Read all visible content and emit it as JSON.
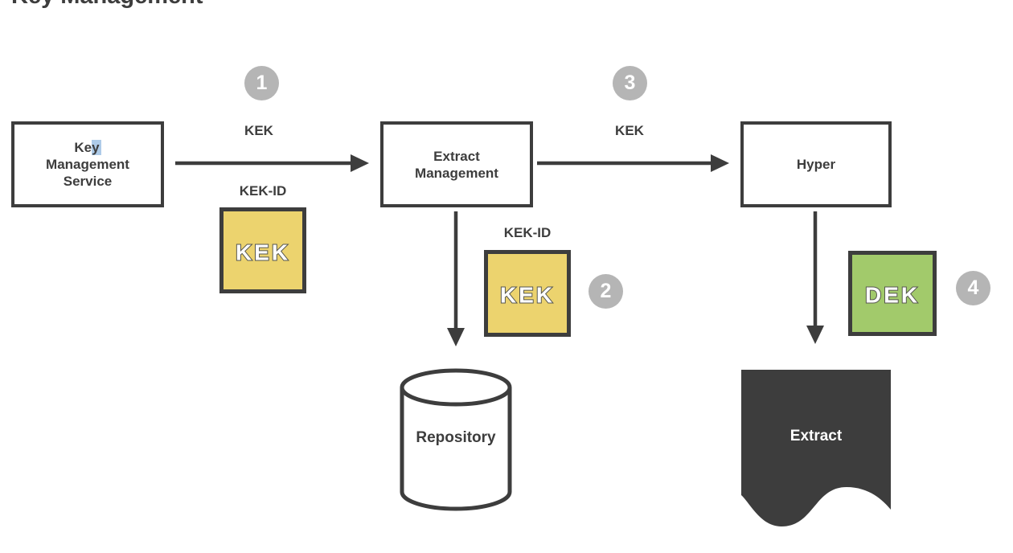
{
  "title": "Key Management",
  "colors": {
    "ink": "#3d3d3d",
    "step_circle": "#b5b5b5",
    "kek_yellow": "#ecd36e",
    "dek_green": "#a2ca6b",
    "selection_highlight": "#aecbe8",
    "chip_text_outline": "#55564f"
  },
  "nodes": {
    "kms": {
      "line1_prefix": "Ke",
      "line1_selected": "y",
      "line2": "Management",
      "line3": "Service"
    },
    "extract_management": {
      "line1": "Extract",
      "line2": "Management"
    },
    "hyper": {
      "label": "Hyper"
    },
    "repository": {
      "label": "Repository"
    },
    "extract_file": {
      "label": "Extract"
    }
  },
  "steps": {
    "s1": "1",
    "s2": "2",
    "s3": "3",
    "s4": "4"
  },
  "labels": {
    "arrow1_key": "KEK",
    "arrow3_key": "KEK"
  },
  "chips": {
    "kek1": {
      "caption": "KEK-ID",
      "label": "KEK"
    },
    "kek2": {
      "caption": "KEK-ID",
      "label": "KEK"
    },
    "dek": {
      "label": "DEK"
    }
  }
}
